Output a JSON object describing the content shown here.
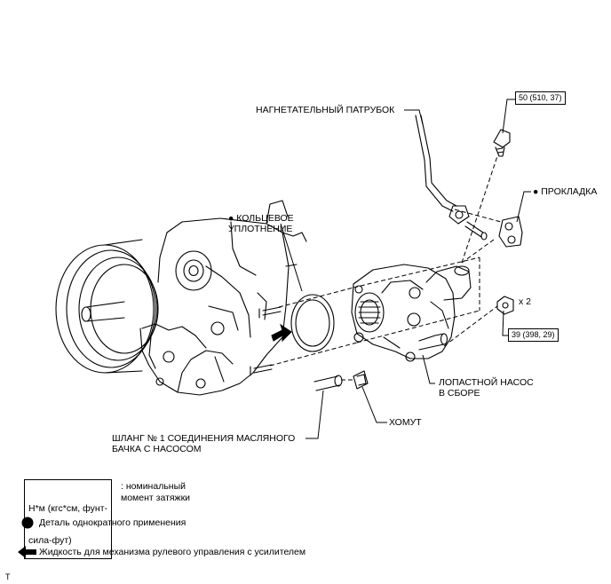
{
  "labels": {
    "pressure_port": "НАГНЕТАТЕЛЬНЫЙ ПАТРУБОК",
    "gasket": "● ПРОКЛАДКА",
    "o_ring_line1": "● КОЛЬЦЕВОЕ",
    "o_ring_line2": "УПЛОТНЕНИЕ",
    "count": "x 2",
    "vane_pump_line1": "ЛОПАСТНОЙ НАСОС",
    "vane_pump_line2": "В СБОРЕ",
    "clamp": "ХОМУТ",
    "hose_line1": "ШЛАНГ № 1 СОЕДИНЕНИЯ МАСЛЯНОГО",
    "hose_line2": "БАЧКА С НАСОСОМ"
  },
  "torque": {
    "bolt_top": "50 (510, 37)",
    "bolt_right": "39 (398, 29)"
  },
  "legend": {
    "torque_units_line1": "Н*м (кгс*см, фунт-",
    "torque_units_line2": "сила-фут)",
    "torque_desc_line1": ": номинальный",
    "torque_desc_line2": "момент затяжки",
    "non_reusable": "Деталь однократного применения",
    "fluid": "Жидкость для механизма рулевого управления с усилителем"
  },
  "corner_mark": "T"
}
